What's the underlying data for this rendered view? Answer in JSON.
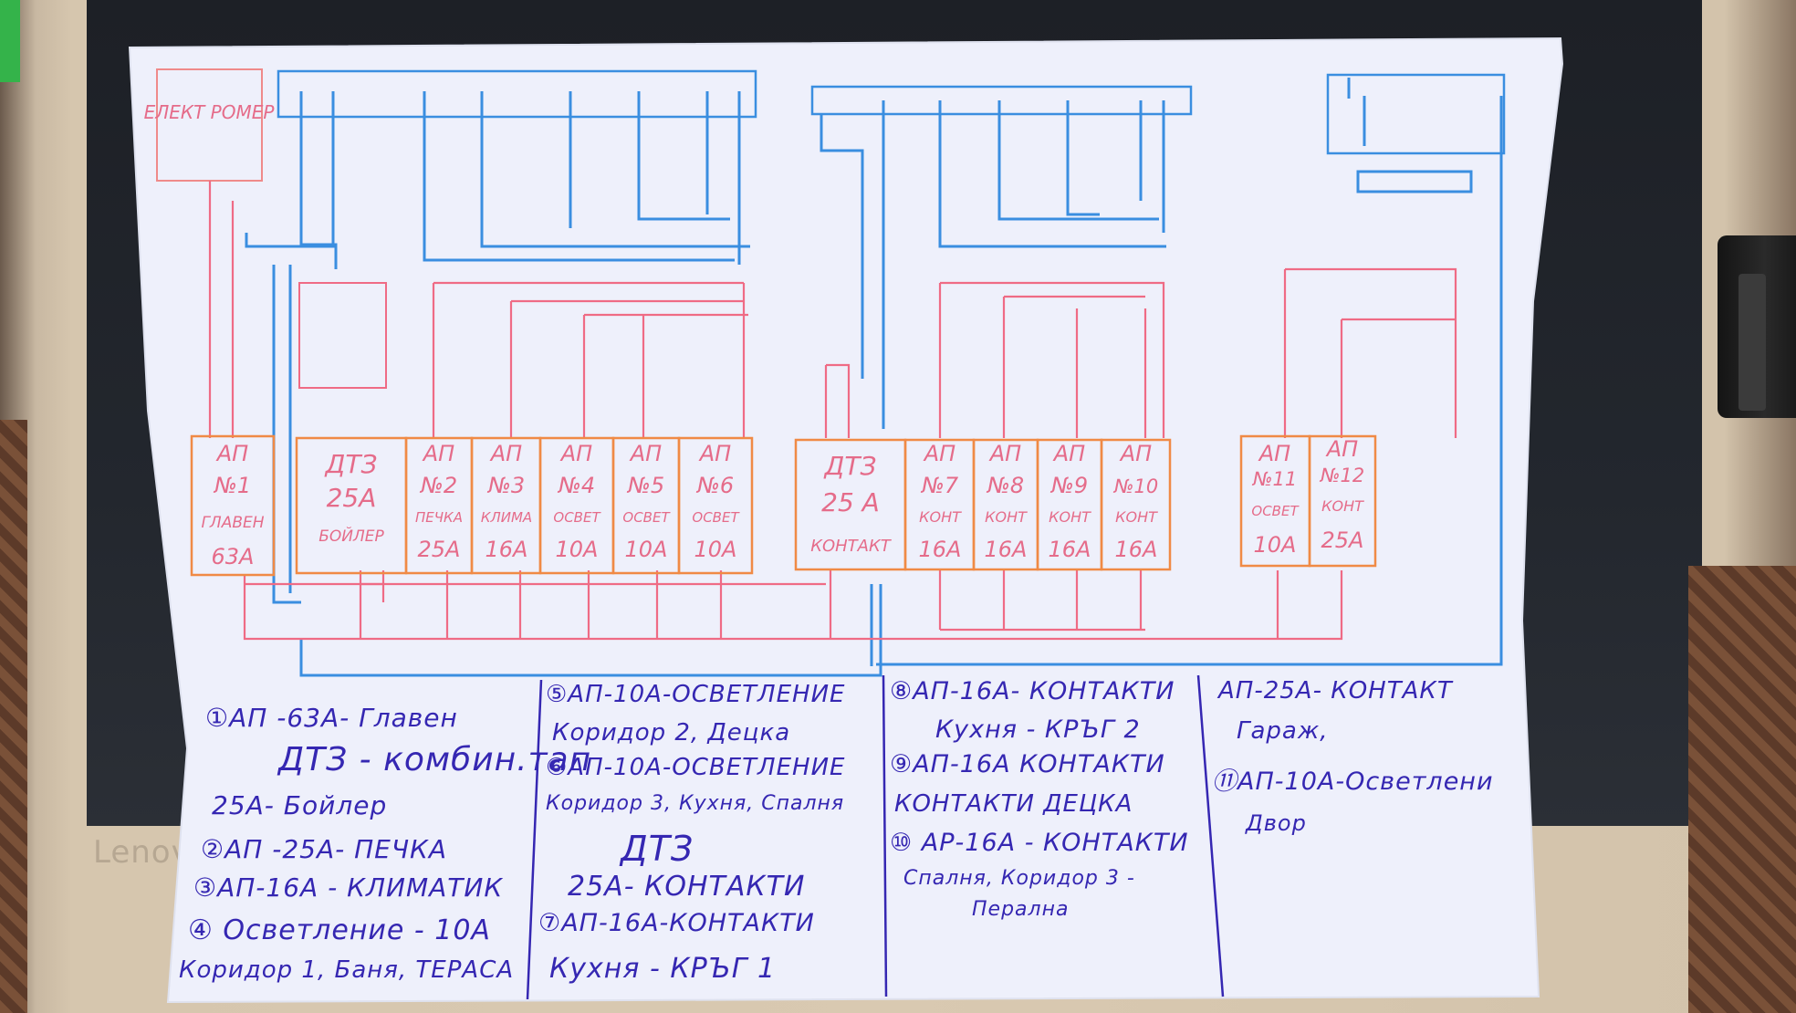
{
  "surroundings": {
    "laptop_brand": "Lenovo"
  },
  "diagram": {
    "main_panel_label": "ЕЛЕКТ РОМЕР",
    "left_box_label": "",
    "breakers": [
      {
        "id": "ap1",
        "lines": [
          "АП",
          "№1",
          "ГЛАВЕН",
          "63А"
        ]
      },
      {
        "id": "dt1",
        "lines": [
          "ДТЗ",
          "25А",
          "БОЙЛЕР"
        ]
      },
      {
        "id": "ap2",
        "lines": [
          "АП",
          "№2",
          "ПЕЧКА",
          "25А"
        ]
      },
      {
        "id": "ap3",
        "lines": [
          "АП",
          "№3",
          "КЛИМА",
          "16А"
        ]
      },
      {
        "id": "ap4",
        "lines": [
          "АП",
          "№4",
          "ОСВЕТ",
          "10А"
        ]
      },
      {
        "id": "ap5",
        "lines": [
          "АП",
          "№5",
          "ОСВЕТ",
          "10А"
        ]
      },
      {
        "id": "ap6",
        "lines": [
          "АП",
          "№6",
          "ОСВЕТ",
          "10А"
        ]
      },
      {
        "id": "dt2",
        "lines": [
          "ДТЗ",
          "25 А",
          "КОНТАКТ"
        ]
      },
      {
        "id": "ap7",
        "lines": [
          "АП",
          "№7",
          "КОНТ",
          "16А"
        ]
      },
      {
        "id": "ap8",
        "lines": [
          "АП",
          "№8",
          "КОНТ",
          "16А"
        ]
      },
      {
        "id": "ap9",
        "lines": [
          "АП",
          "№9",
          "КОНТ",
          "16А"
        ]
      },
      {
        "id": "ap10",
        "lines": [
          "АП",
          "№10",
          "КОНТ",
          "16А"
        ]
      },
      {
        "id": "ap11",
        "lines": [
          "АП",
          "№11",
          "ОСВЕТ",
          "10А"
        ]
      },
      {
        "id": "ap12",
        "lines": [
          "АП",
          "№12",
          "КОНТ",
          "25А"
        ]
      }
    ]
  },
  "legend": {
    "col1": [
      "①АП -63А- Главен",
      "ДТЗ - комбин.тап",
      "25А- Бойлер",
      "②АП -25А- ПЕЧКА",
      "③АП-16А - КЛИМАТИК",
      "④ Осветление - 10А",
      "Коридор 1, Баня, ТЕРАСА"
    ],
    "col2": [
      "⑤АП-10А-ОСВЕТЛЕНИЕ",
      "Коридор 2, Децка",
      "⑥АП-10А-ОСВЕТЛЕНИЕ",
      "Коридор 3, Кухня, Спалня",
      "ДТЗ",
      "25А- КОНТАКТИ",
      "⑦АП-16А-КОНТАКТИ",
      "Кухня - КРЪГ 1"
    ],
    "col3": [
      "⑧АП-16А- КОНТАКТИ",
      "Кухня - КРЪГ 2",
      "⑨АП-16А КОНТАКТИ",
      "КОНТАКТИ ДЕЦКА",
      "⑩ АР-16А - КОНТАКТИ",
      "Спалня, Коридор 3 -",
      "Перална"
    ],
    "col4": [
      "АП-25А- КОНТАКТ",
      "Гараж,",
      "⑪АП-10А-Осветлени",
      "Двор"
    ]
  },
  "colors": {
    "paper": "#eef0fb",
    "wire_blue": "#3a8ee0",
    "wire_pink": "#ef6b85",
    "breaker_orange": "#f08a45",
    "label_pink": "#e56c8a",
    "ink_blue": "#3527b2"
  }
}
